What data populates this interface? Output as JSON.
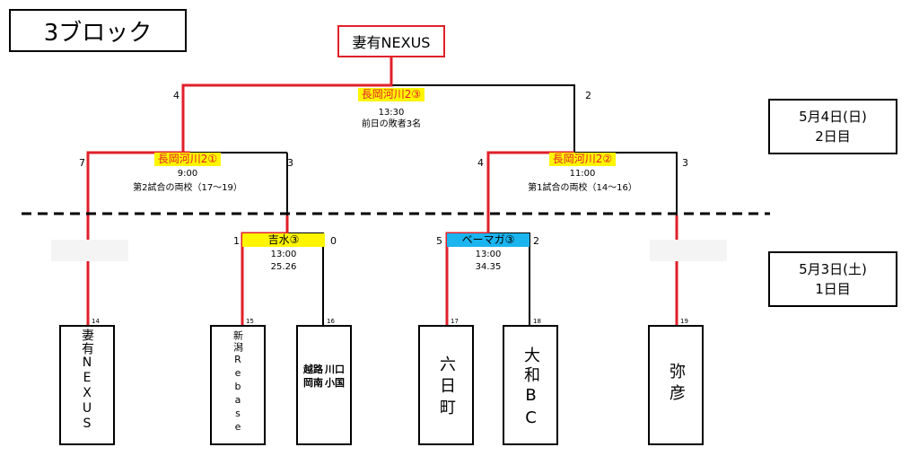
{
  "title": "3ブロック",
  "champion": "妻有NEXUS",
  "dates": [
    {
      "date": "5月4日(日)",
      "day": "2日目"
    },
    {
      "date": "5月3日(土)",
      "day": "1日目"
    }
  ],
  "final": {
    "venue": "長岡河川2③",
    "time": "13:30",
    "note": "前日の敗者3名",
    "left_score": "4",
    "right_score": "2"
  },
  "semi_left": {
    "venue": "長岡河川2①",
    "time": "9:00",
    "note": "第2試合の両校（17〜19）",
    "left_score": "7",
    "right_score": "3"
  },
  "semi_right": {
    "venue": "長岡河川2②",
    "time": "11:00",
    "note": "第1試合の両校（14〜16）",
    "left_score": "4",
    "right_score": "3"
  },
  "r1_left": {
    "venue": "吉水③",
    "time": "13:00",
    "note": "25.26",
    "left_score": "1",
    "right_score": "0"
  },
  "r1_right": {
    "venue": "ベーマガ③",
    "time": "13:00",
    "note": "34.35",
    "left_score": "5",
    "right_score": "2"
  },
  "teams": [
    {
      "seed": "14",
      "name": "妻有NEXUS"
    },
    {
      "seed": "15",
      "name": "新潟Rebase"
    },
    {
      "seed": "16",
      "name": [
        "越路",
        "川口",
        "岡南",
        "小国"
      ]
    },
    {
      "seed": "17",
      "name": "六日町"
    },
    {
      "seed": "18",
      "name": "大和BC"
    },
    {
      "seed": "19",
      "name": "弥彦"
    }
  ],
  "colors": {
    "winner_line": "#e0202a",
    "venue_highlight": "#fff500",
    "venue_highlight_alt": "#1ab4ef"
  }
}
